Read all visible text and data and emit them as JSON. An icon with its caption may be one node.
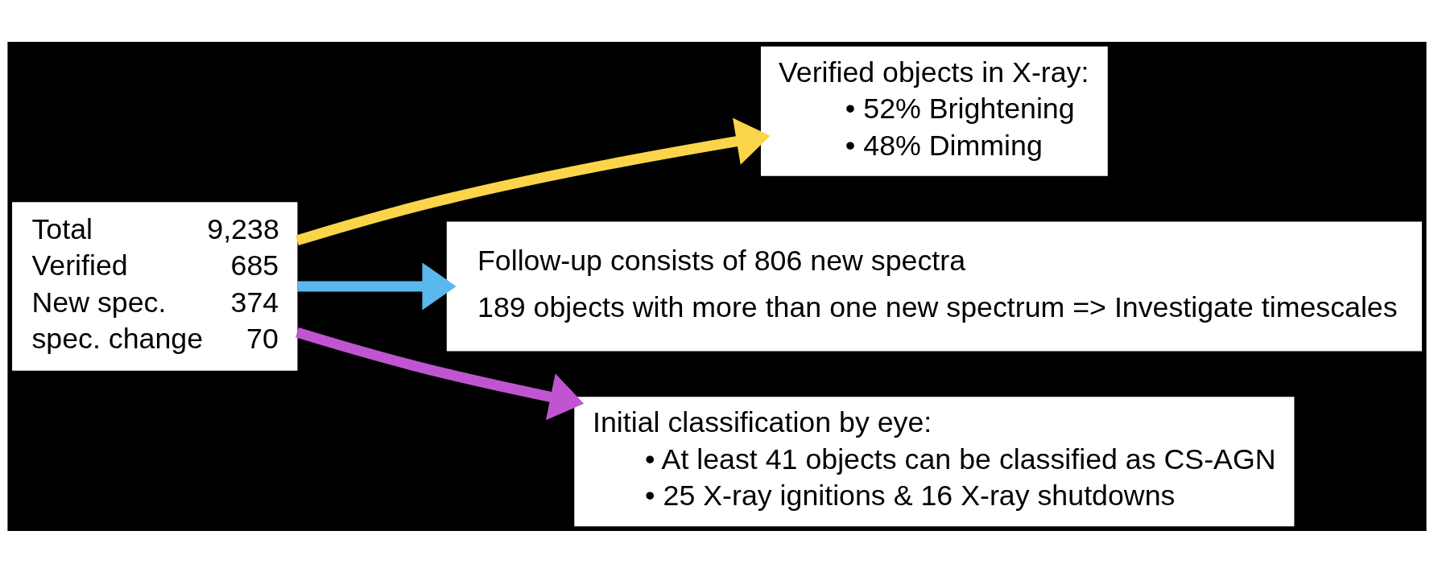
{
  "diagram": {
    "nodes": [
      {
        "text": [
          "Total",
          "9,238",
          "Verified",
          "685",
          "New spec.",
          "374",
          "spec. change",
          "70"
        ]
      },
      {
        "text": [
          "Verified objects in X-ray:",
          "• 52% Brightening",
          "• 48% Dimming"
        ]
      },
      {
        "text": [
          "Follow-up consists of 806 new spectra",
          "189 objects with more than one new spectrum => Investigate timescales"
        ]
      },
      {
        "text": [
          "Initial classification by eye:",
          "• At least 41 objects can be classified as CS-AGN",
          "• 25 X-ray ignitions & 16 X-ray shutdowns"
        ]
      }
    ],
    "edges": [
      {
        "from": 0,
        "to": 1,
        "arrow": "to",
        "color": "#fad54a"
      },
      {
        "from": 0,
        "to": 2,
        "arrow": "to",
        "color": "#5ab8ec"
      },
      {
        "from": 0,
        "to": 3,
        "arrow": "to",
        "color": "#c055d2"
      }
    ]
  }
}
